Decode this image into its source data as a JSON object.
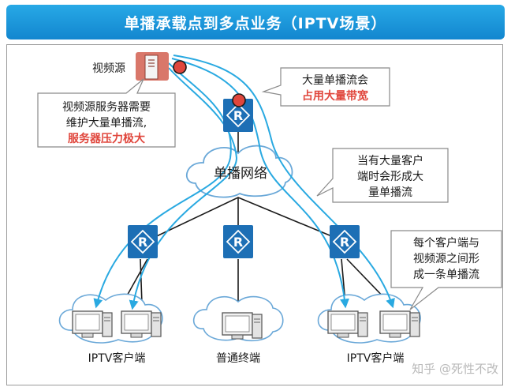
{
  "title": "单播承载点到多点业务（IPTV场景）",
  "labels": {
    "video_source": "视频源",
    "unicast_network": "单播网络",
    "iptv_client_left": "IPTV客户端",
    "normal_terminal": "普通终端",
    "iptv_client_right": "IPTV客户端",
    "router_symbol": "R"
  },
  "callouts": {
    "server": {
      "line1": "视频源服务器需要",
      "line2": "维护大量单播流,",
      "line3": "服务器压力极大"
    },
    "bandwidth": {
      "line1": "大量单播流会",
      "line2": "占用大量带宽"
    },
    "many_clients": {
      "line1": "当有大量客户",
      "line2": "端时会形成大",
      "line3": "量单播流"
    },
    "per_client": {
      "line1": "每个客户端与",
      "line2": "视频源之间形",
      "line3": "成一条单播流"
    }
  },
  "watermark": "知乎 @死性不改",
  "colors": {
    "title_bg": "#1a96dc",
    "router": "#1d6fb5",
    "flow": "#29a9e1",
    "highlight": "#e0463c",
    "server": "#d9776a"
  }
}
